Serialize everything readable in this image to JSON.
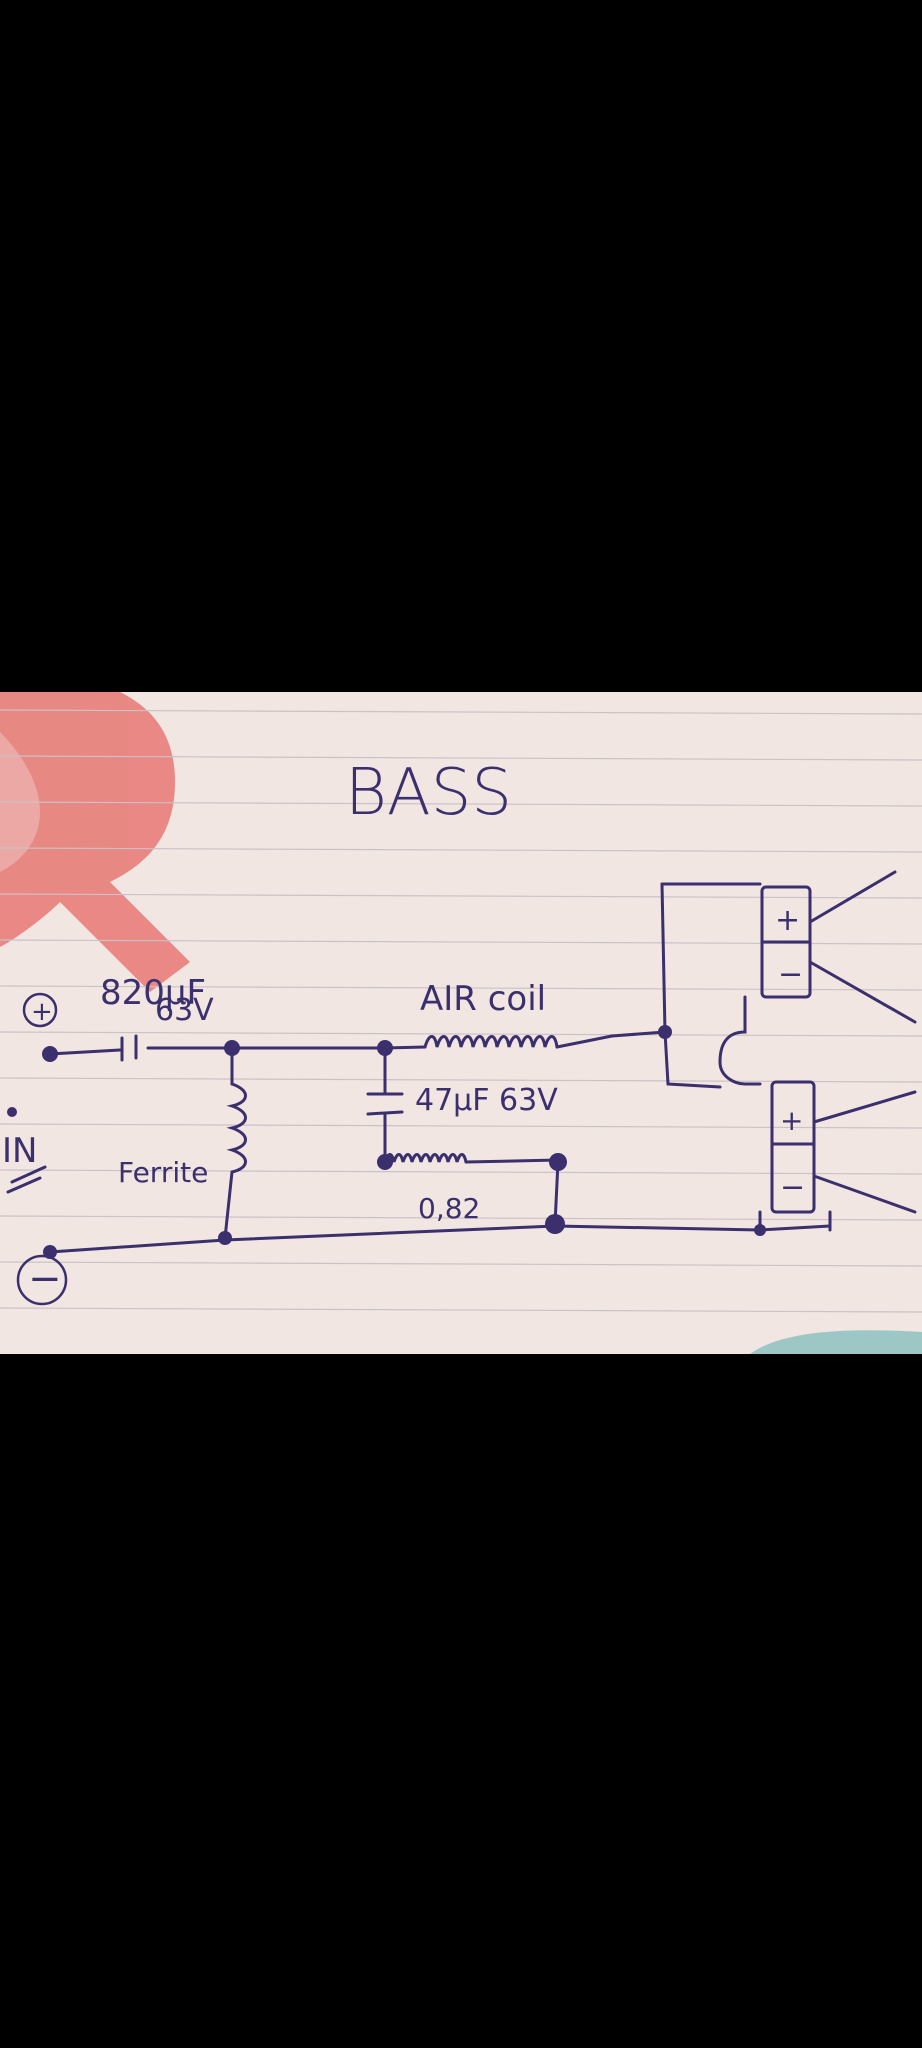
{
  "diagram": {
    "title": "BASS",
    "labels": {
      "plus_terminal": "+",
      "minus_terminal": "−",
      "input": "IN",
      "cap1_value": "820µF",
      "cap1_voltage": "63V",
      "inductor1": "Ferrite",
      "inductor2": "AIR coil",
      "cap2": "47µF 63V",
      "resistor": "0,82",
      "speaker_plus": "+",
      "speaker_minus": "−"
    },
    "colors": {
      "paper": "#f1e6e1",
      "ink": "#3b2f6e",
      "pink": "#e8837e",
      "line": "#c9c2c8"
    }
  }
}
